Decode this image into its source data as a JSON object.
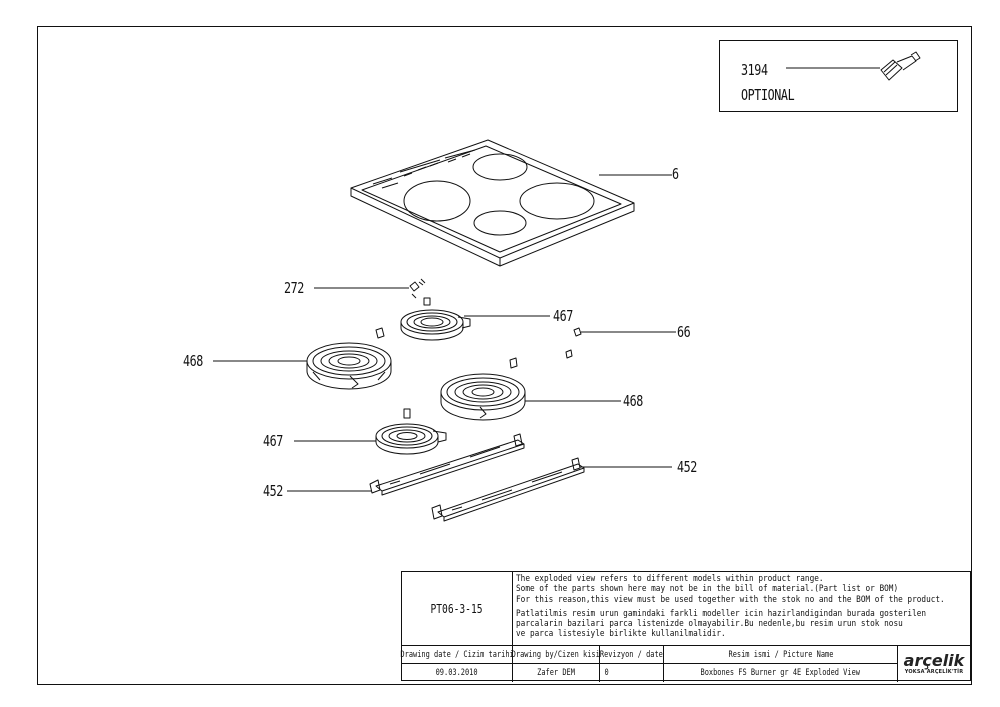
{
  "optional_box": {
    "part_code": "3194",
    "label": "OPTIONAL"
  },
  "callouts": {
    "hob_top": "6",
    "clip_272": "272",
    "small_burner_upper": "467",
    "screw_66": "66",
    "large_burner_left": "468",
    "large_burner_right": "468",
    "small_burner_lower": "467",
    "bracket_left": "452",
    "bracket_right": "452"
  },
  "title_block": {
    "drawing_ref": "PT06-3-15",
    "notes_en": [
      "The exploded view refers to different models within product range.",
      "Some of the parts shown here may not be in the bill of material.(Part list or BOM)",
      "For this reason,this view must be used together with the stok no and the BOM of the product."
    ],
    "notes_tr": [
      "Patlatilmis resim urun gamindaki farkli modeller icin hazirlandigindan burada gosterilen",
      "parcalarin bazilari parca listenizde olmayabilir.Bu nedenle,bu resim urun stok nosu",
      "ve parca listesiyle birlikte kullanilmalidir."
    ],
    "headers": {
      "drawing_date": "Drawing date / Cizim tarihi",
      "drawing_by": "Drawing by/Cizen kisi",
      "revision": "Revizyon / date",
      "picture_name": "Resim ismi / Picture Name"
    },
    "values": {
      "drawing_date": "09.03.2010",
      "drawing_by": "Zafer DEM",
      "revision": "0",
      "picture_name": "Boxbones FS Burner gr 4E Exploded View"
    },
    "logo": {
      "brand": "arçelik",
      "tagline": "YOKSA ARÇELİK'TİR"
    }
  }
}
